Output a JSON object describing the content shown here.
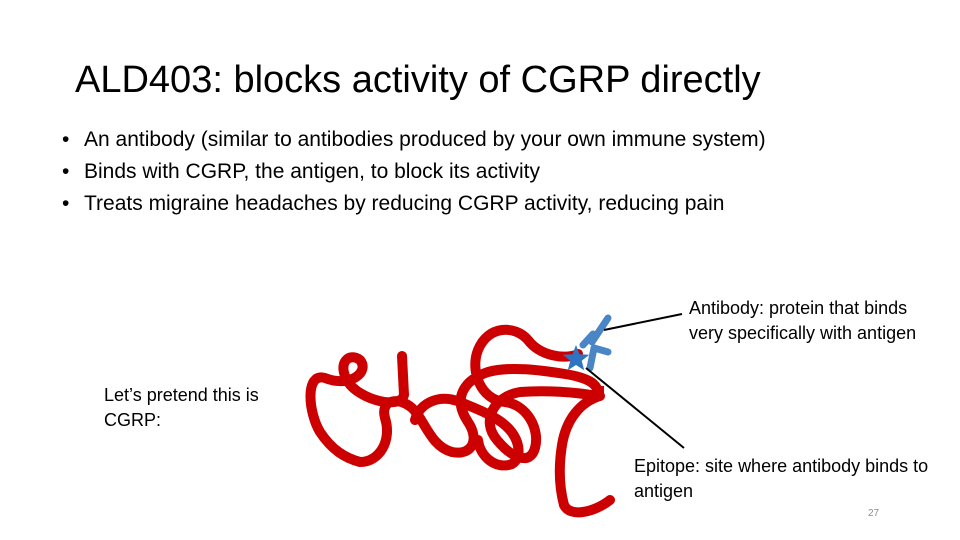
{
  "slide": {
    "title": "ALD403: blocks activity of CGRP directly",
    "bullet_symbol": "•",
    "bullets": [
      "An antibody (similar to antibodies produced by your own immune system)",
      "Binds with CGRP, the antigen, to block its activity",
      "Treats migraine headaches by reducing CGRP activity, reducing pain"
    ],
    "page_number": "27"
  },
  "diagram": {
    "cgrp_label": "Let’s pretend this is CGRP:",
    "antibody_label": "Antibody: protein that binds very specifically with antigen",
    "epitope_label": "Epitope: site where antibody binds to antigen",
    "colors": {
      "cgrp_strand": "#cc0000",
      "antibody": "#4a86c5",
      "epitope_star": "#2e74c0",
      "pointer_line": "#000000"
    },
    "icons": {
      "epitope": "star-icon",
      "antibody": "y-shape-icon"
    }
  }
}
